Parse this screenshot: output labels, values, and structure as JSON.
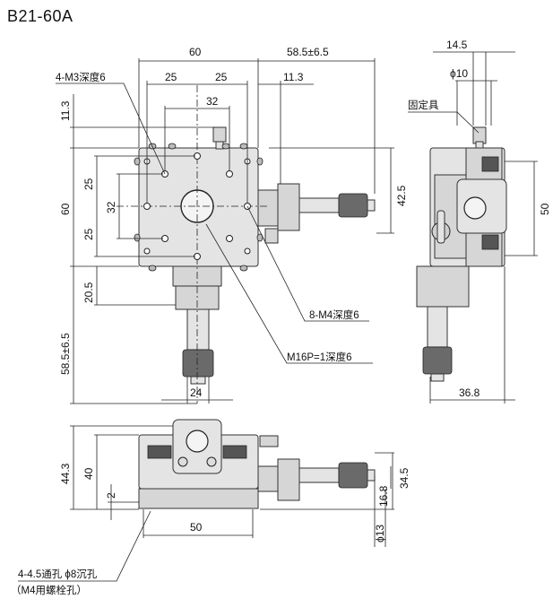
{
  "title": "B21-60A",
  "dimensions": {
    "top_width": "60",
    "travel": "58.5±6.5",
    "pitch_25_left": "25",
    "pitch_25_right": "25",
    "pitch_32": "32",
    "offset_11_3": "11.3",
    "offset_11_3_top": "11.3",
    "height_60": "60",
    "left_25_top": "25",
    "left_32": "32",
    "left_25_bottom": "25",
    "right_42_5": "42.5",
    "travel_vertical": "58.5±6.5",
    "depth_20_5": "20.5",
    "width_24": "24",
    "side_14_5": "14.5",
    "side_phi10": "ϕ10",
    "side_50": "50",
    "side_36_8": "36.8",
    "front_44_3": "44.3",
    "front_40": "40",
    "front_2": "2",
    "front_50": "50",
    "front_34_5": "34.5",
    "front_16_8": "16.8",
    "front_phi13": "ϕ13"
  },
  "labels": {
    "m3_holes": "4-M3深度6",
    "fixture": "固定具",
    "m4_holes": "8-M4深度6",
    "m16_hole": "M16P=1深度6",
    "through_holes": "4-4.5通孔 ϕ8沉孔",
    "bolt_note": "（M4用螺栓孔）"
  }
}
